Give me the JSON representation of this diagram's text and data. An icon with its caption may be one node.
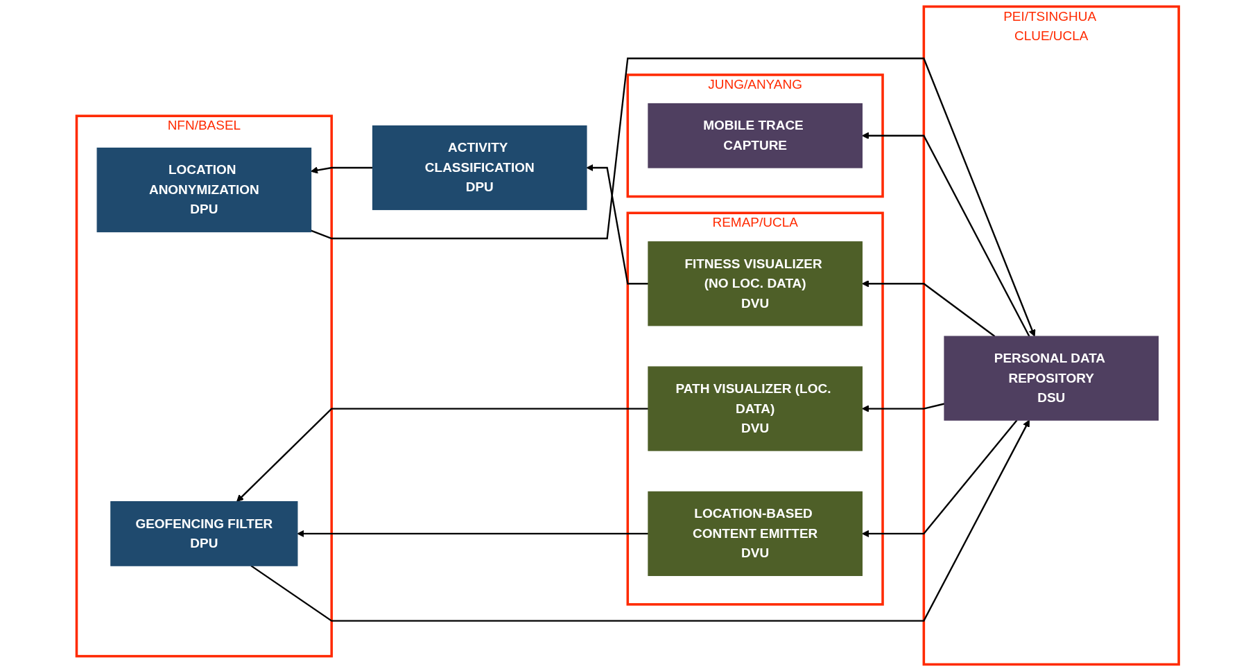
{
  "diagram": {
    "nodes": [
      {
        "text": [
          "JUNG/ANYANG"
        ]
      },
      {
        "text": [
          "MOBILE TRACE CAPTURE"
        ],
        "in": 0
      },
      {
        "text": [
          "PEI/TSINGHUA CLUE/UCLA"
        ]
      },
      {
        "text": [
          "PERSONAL DATA REPOSITORY",
          "DSU"
        ],
        "in": 2
      },
      {
        "text": [
          "NFN/BASEL"
        ]
      },
      {
        "text": [
          "LOCATION ANONYMIZATION",
          "DPU"
        ],
        "in": 4
      },
      {
        "text": [
          "GEOFENCING FILTER",
          "DPU"
        ],
        "in": 4
      },
      {
        "text": [
          "ACTIVITY CLASSIFICATION",
          "DPU"
        ]
      },
      {
        "text": [
          "REMAP/UCLA"
        ]
      },
      {
        "text": [
          "FITNESS VISUALIZER (NO LOC. DATA)",
          "DVU"
        ],
        "in": 8
      },
      {
        "text": [
          "PATH VISUALIZER (LOC. DATA)",
          "DVU"
        ],
        "in": 8
      },
      {
        "text": [
          "LOCATION-BASED CONTENT EMITTER",
          "DVU"
        ],
        "in": 8
      }
    ],
    "edges": [
      {
        "from": 9,
        "to": 7,
        "arrow": "to"
      },
      {
        "from": 7,
        "to": 5,
        "arrow": "to"
      },
      {
        "from": 5,
        "to": 3,
        "arrow": "to"
      },
      {
        "from": 3,
        "to": 1,
        "arrow": "to"
      },
      {
        "from": 10,
        "to": 6,
        "arrow": "to"
      },
      {
        "from": 11,
        "to": 6,
        "arrow": "to"
      },
      {
        "from": 6,
        "to": 3,
        "arrow": "to"
      },
      {
        "from": 3,
        "to": 9,
        "arrow": "to"
      },
      {
        "from": 3,
        "to": 10,
        "arrow": "to"
      },
      {
        "from": 3,
        "to": 11,
        "arrow": "to"
      }
    ]
  }
}
